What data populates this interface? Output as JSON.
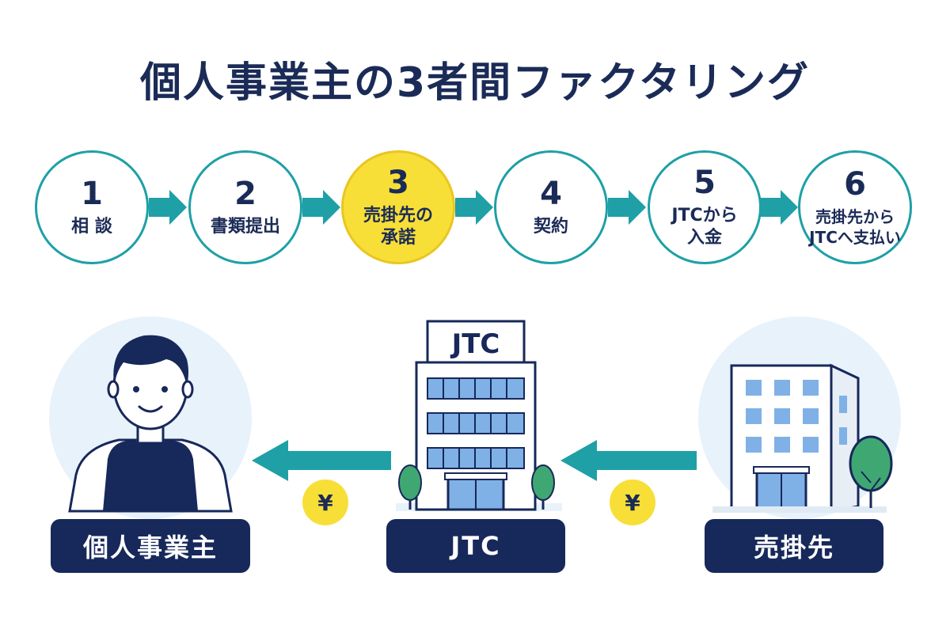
{
  "title": "個人事業主の3者間ファクタリング",
  "steps": [
    {
      "num": "1",
      "label": "相 談"
    },
    {
      "num": "2",
      "label": "書類提出"
    },
    {
      "num": "3",
      "label_line1": "売掛先の",
      "label_line2": "承諾"
    },
    {
      "num": "4",
      "label": "契約"
    },
    {
      "num": "5",
      "label_line1": "JTCから",
      "label_line2": "入金"
    },
    {
      "num": "6",
      "label_line1": "売掛先から",
      "label_line2": "JTCへ支払い"
    }
  ],
  "colors": {
    "navy": "#17285a",
    "teal": "#1ea0a6",
    "yellow": "#f7df37",
    "light_blue": "#e8f2fb",
    "window_blue": "#7fb1e6",
    "tree_green": "#3fa872"
  },
  "building_sign": "JTC",
  "yen_symbol": "¥",
  "roles": {
    "sole_proprietor": "個人事業主",
    "jtc": "JTC",
    "receivable_party": "売掛先"
  },
  "icons": [
    "person-icon",
    "jtc-building-icon",
    "client-building-icon",
    "tree-icon",
    "arrow-right-icon",
    "arrow-left-icon"
  ]
}
